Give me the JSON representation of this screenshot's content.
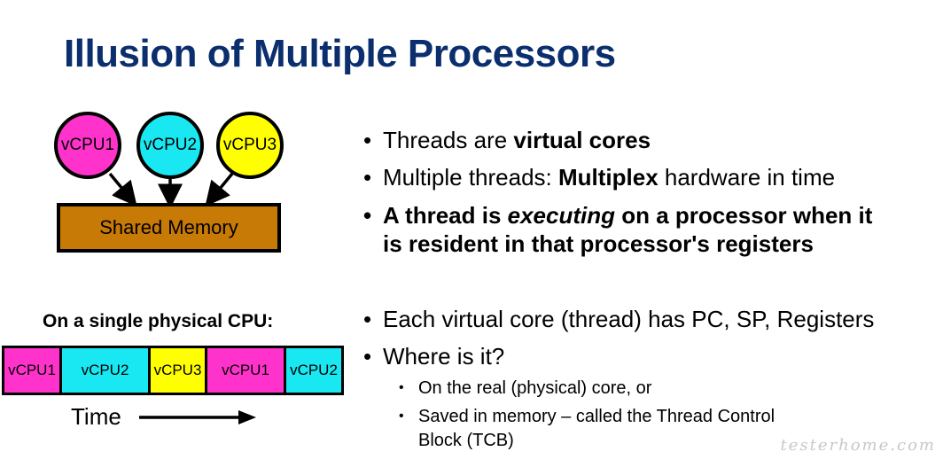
{
  "title": "Illusion of Multiple Processors",
  "diagram": {
    "vcpus": [
      {
        "label": "vCPU1",
        "color": "#ff33cc"
      },
      {
        "label": "vCPU2",
        "color": "#19e8f2"
      },
      {
        "label": "vCPU3",
        "color": "#ffff00"
      }
    ],
    "shared_memory": {
      "label": "Shared Memory",
      "color": "#c87a06"
    }
  },
  "single_cpu_label": "On a single physical CPU:",
  "timeline": [
    {
      "label": "vCPU1",
      "color": "#ff33cc"
    },
    {
      "label": "vCPU2",
      "color": "#19e8f2"
    },
    {
      "label": "vCPU3",
      "color": "#ffff00"
    },
    {
      "label": "vCPU1",
      "color": "#ff33cc"
    },
    {
      "label": "vCPU2",
      "color": "#19e8f2"
    }
  ],
  "time_label": "Time",
  "bullets": {
    "b1_pre": "Threads are ",
    "b1_bold": "virtual cores",
    "b2_pre": "Multiple threads: ",
    "b2_bold": "Multiplex",
    "b2_post": " hardware in time",
    "b3_line1_a": "A thread is ",
    "b3_line1_em": "executing",
    "b3_line1_b": " on a processor when it",
    "b3_line2": "is resident in that processor's registers",
    "b4": "Each virtual core (thread) has PC, SP, Registers",
    "b5": "Where is it?",
    "sub1": "On the real (physical) core, or",
    "sub2_line1": "Saved in memory – called the Thread Control",
    "sub2_line2": "Block (TCB)"
  },
  "watermark": "testerhome.com"
}
